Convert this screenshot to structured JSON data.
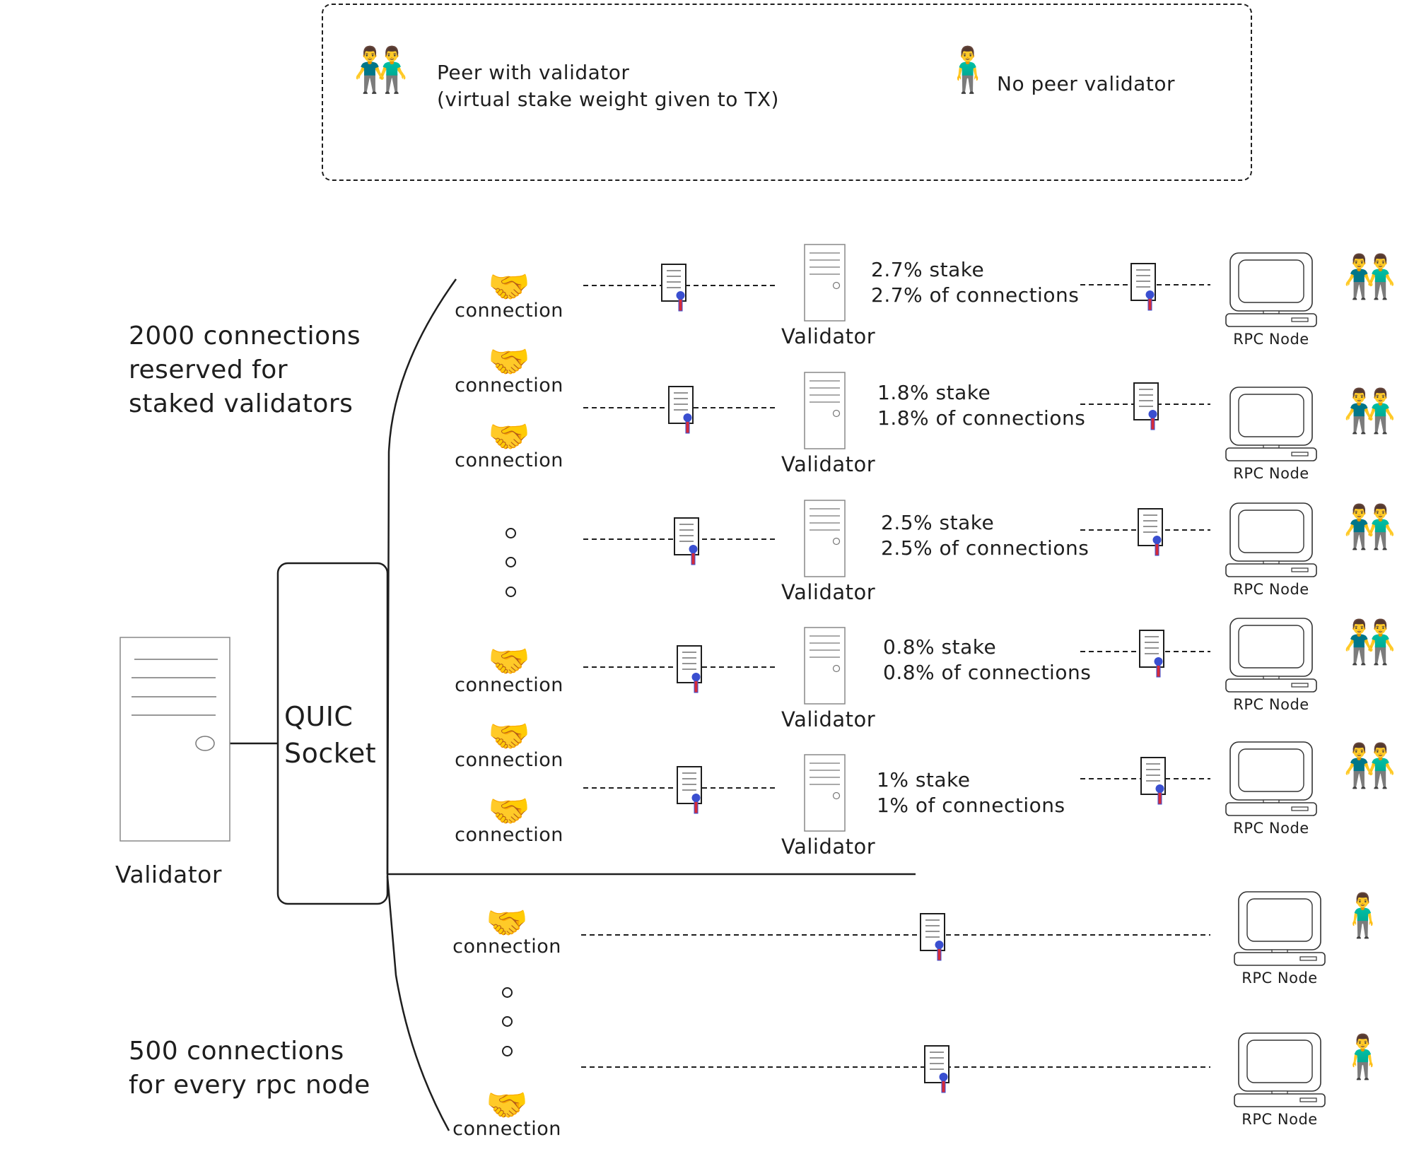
{
  "legend": {
    "peer_icon": "two-men-holding-hands-emoji",
    "peer_line1": "Peer with validator",
    "peer_line2": "(virtual stake weight given to TX)",
    "nopeer_icon": "man-standing-emoji",
    "nopeer_label": "No peer validator",
    "peer_emoji": "👬",
    "nopeer_emoji": "🧍‍♂️"
  },
  "left": {
    "staked_label_line1": "2000 connections",
    "staked_label_line2": "reserved for",
    "staked_label_line3": "staked validators",
    "rpc_label_line1": "500 connections",
    "rpc_label_line2": "for every rpc node",
    "validator_label": "Validator",
    "socket_line1": "QUIC",
    "socket_line2": "Socket"
  },
  "connections": {
    "label": "connection",
    "icon": "handshake-emoji",
    "emoji": "🤝"
  },
  "staked_rows": [
    {
      "stake": "2.7% stake",
      "conn": "2.7% of connections",
      "validator": "Validator",
      "rpc": "RPC Node",
      "peer": "👬"
    },
    {
      "stake": "1.8% stake",
      "conn": "1.8% of connections",
      "validator": "Validator",
      "rpc": "RPC Node",
      "peer": "👬"
    },
    {
      "stake": "2.5% stake",
      "conn": "2.5% of connections",
      "validator": "Validator",
      "rpc": "RPC Node",
      "peer": "👬"
    },
    {
      "stake": "0.8% stake",
      "conn": "0.8% of connections",
      "validator": "Validator",
      "rpc": "RPC Node",
      "peer": "👬"
    },
    {
      "stake": "1% stake",
      "conn": "1% of connections",
      "validator": "Validator",
      "rpc": "RPC Node",
      "peer": "👬"
    }
  ],
  "rpc_rows": [
    {
      "rpc": "RPC Node",
      "peer": "🧍‍♂️"
    },
    {
      "rpc": "RPC Node",
      "peer": "🧍‍♂️"
    }
  ],
  "colors": {
    "ink": "#1e1e1e",
    "server_stroke": "#777777",
    "ribbon_red": "#d62b3a",
    "ribbon_blue": "#3a4fd0"
  }
}
